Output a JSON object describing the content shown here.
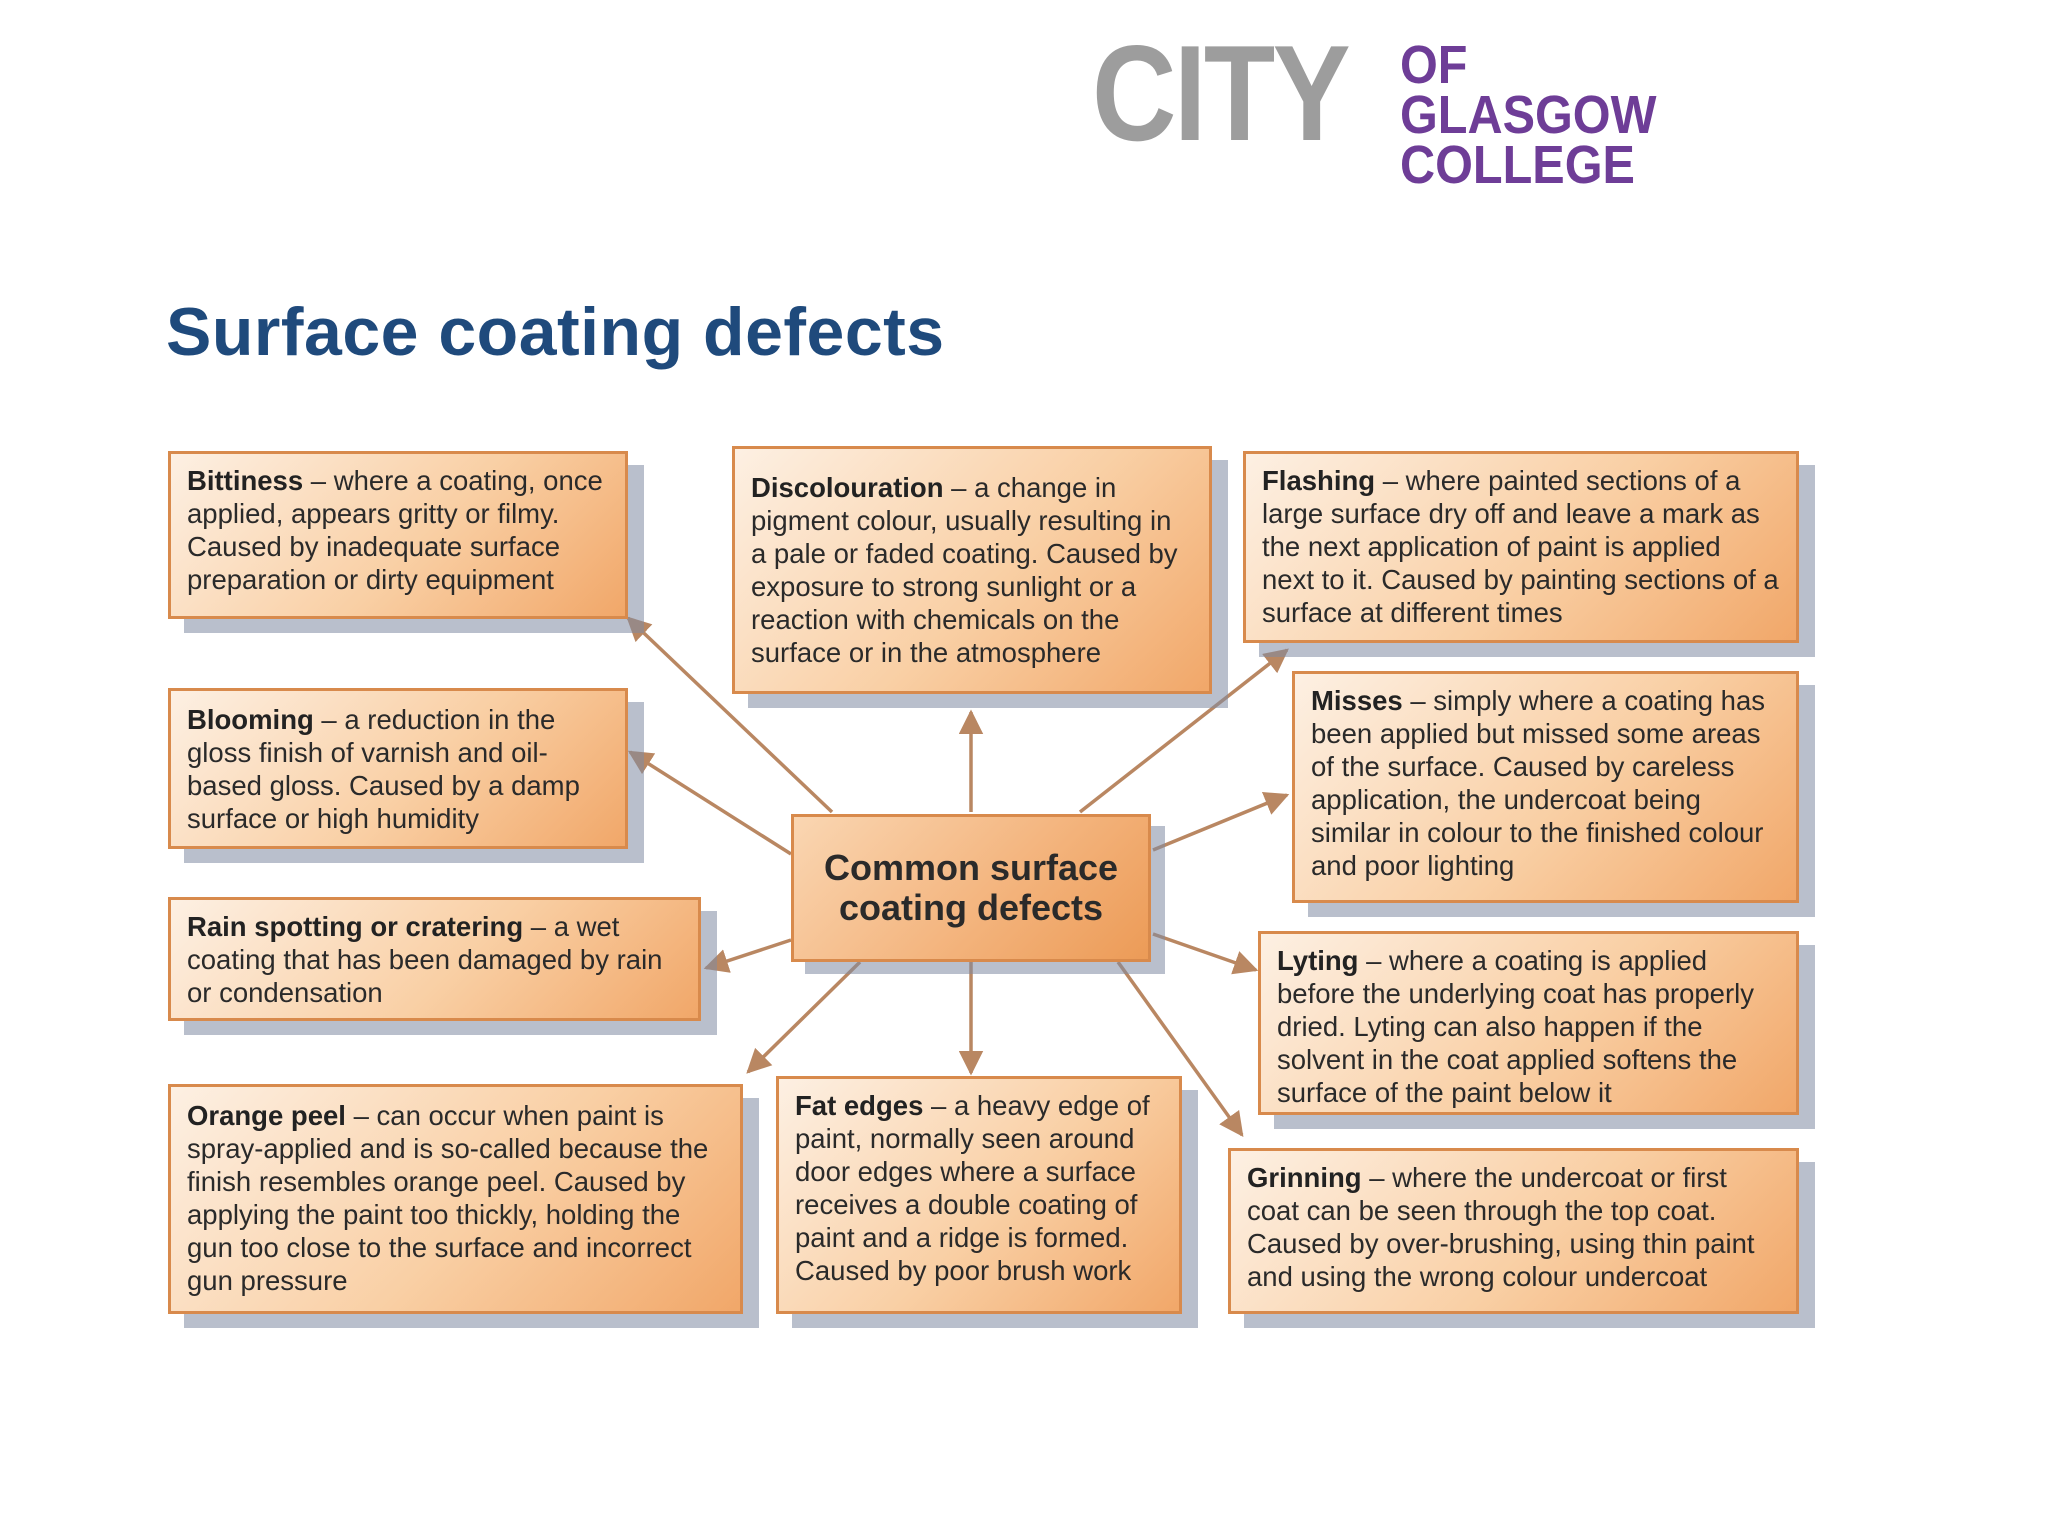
{
  "logo": {
    "primary": "CITY",
    "line1": "OF GLASGOW",
    "line2": "COLLEGE"
  },
  "title": "Surface coating defects",
  "center": "Common surface coating defects",
  "defects": {
    "bittiness": {
      "term": "Bittiness",
      "desc": " – where a coating, once applied, appears gritty or filmy. Caused by inadequate surface preparation or dirty equipment"
    },
    "discolouration": {
      "term": "Discolouration",
      "desc": " – a change in pigment colour, usually resulting in a pale or faded coating. Caused by exposure to strong sunlight or a reaction with chemicals on the surface or in the atmosphere"
    },
    "flashing": {
      "term": "Flashing",
      "desc": " – where painted sections of a large surface dry off and leave a mark as the next application of paint is applied next to it. Caused by painting sections of a surface at different times"
    },
    "blooming": {
      "term": "Blooming",
      "desc": " – a reduction in the gloss finish of varnish and oil-based gloss. Caused by a damp surface or high humidity"
    },
    "misses": {
      "term": "Misses",
      "desc": " – simply where a coating has been applied but missed some areas of the surface. Caused by careless application, the undercoat being similar in colour to the finished colour and poor lighting"
    },
    "rain_spotting": {
      "term": "Rain spotting or cratering",
      "desc": " – a wet coating that has been damaged by rain or condensation"
    },
    "lyting": {
      "term": "Lyting",
      "desc": " – where a coating is applied before the underlying coat has properly dried. Lyting can also happen if the solvent in the coat applied softens the surface of the paint below it"
    },
    "orange_peel": {
      "term": "Orange peel",
      "desc": " – can occur when paint is spray-applied and is so-called because the finish resembles orange peel. Caused by applying the paint too thickly, holding the gun too close to the surface and incorrect gun pressure"
    },
    "fat_edges": {
      "term": "Fat edges",
      "desc": " – a heavy edge of paint, normally seen around door edges where a surface receives a double coating of paint and a ridge is formed. Caused by poor brush work"
    },
    "grinning": {
      "term": "Grinning",
      "desc": " – where the undercoat or first coat can be seen through the top coat. Caused by over-brushing, using thin paint and using the wrong colour undercoat"
    }
  },
  "colors": {
    "title": "#1f4a7c",
    "logo_grey": "#9d9d9d",
    "logo_purple": "#6e3d97",
    "box_border": "#d88a4c",
    "arrow": "#b98762"
  }
}
